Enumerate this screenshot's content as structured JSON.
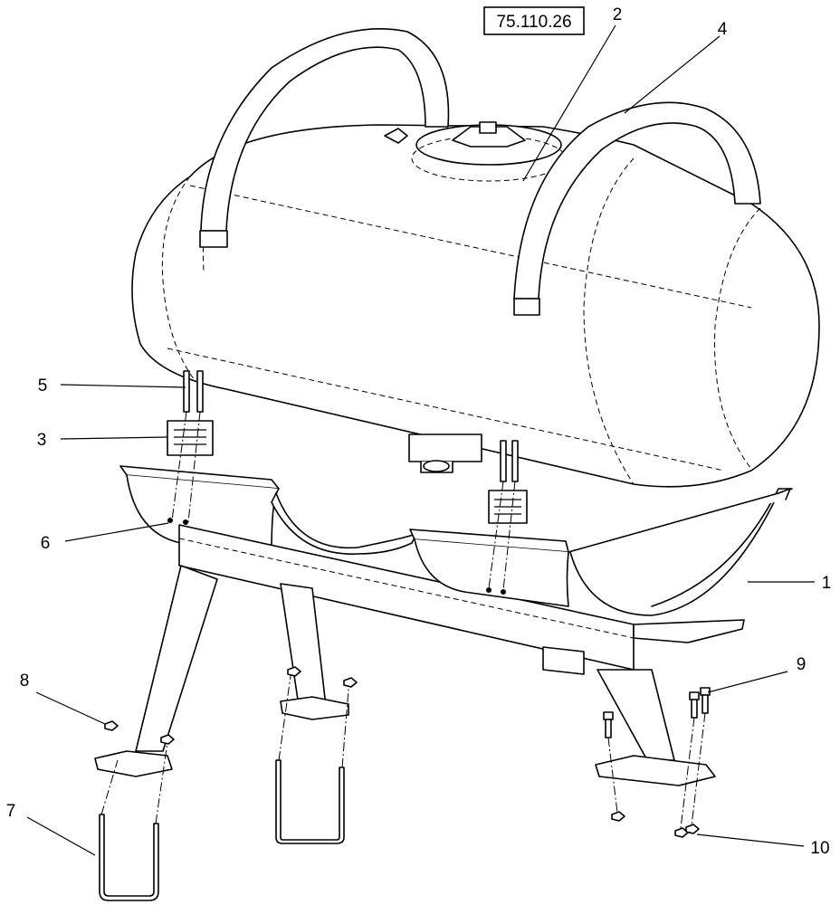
{
  "reference_box": {
    "label": "75.110.26"
  },
  "callouts": [
    {
      "id": "1",
      "label": "1"
    },
    {
      "id": "2",
      "label": "2"
    },
    {
      "id": "3",
      "label": "3"
    },
    {
      "id": "4",
      "label": "4"
    },
    {
      "id": "5",
      "label": "5"
    },
    {
      "id": "6",
      "label": "6"
    },
    {
      "id": "7",
      "label": "7"
    },
    {
      "id": "8",
      "label": "8"
    },
    {
      "id": "9",
      "label": "9"
    },
    {
      "id": "10",
      "label": "10"
    }
  ],
  "parts": {
    "tank": "tank",
    "cradle": "cradle-frame",
    "strap": "tank-strap",
    "pad": "strap-pad",
    "bolt": "strap-bolt",
    "nut": "nut",
    "u_bolt": "u-bolt",
    "mount_bolt": "mounting-bolt",
    "lock_nut": "lock-nut"
  }
}
